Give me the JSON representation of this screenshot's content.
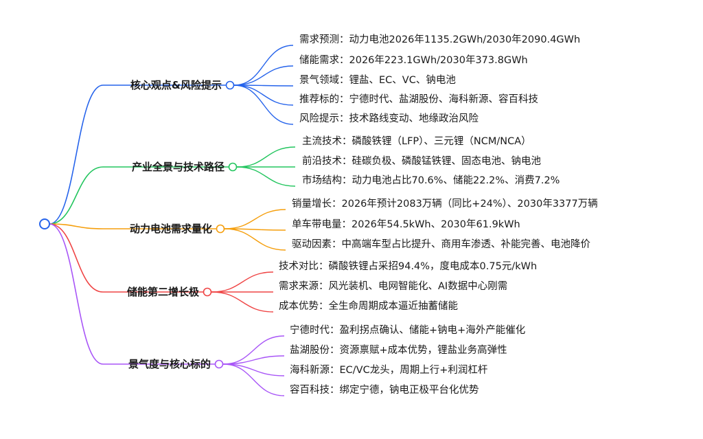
{
  "mindmap": {
    "branches": [
      {
        "label": "核心观点&风险提示",
        "color": "#2563eb",
        "children": [
          "需求预测：动力电池2026年1135.2GWh/2030年2090.4GWh",
          "储能需求：2026年223.1GWh/2030年373.8GWh",
          "景气领域：锂盐、EC、VC、钠电池",
          "推荐标的：宁德时代、盐湖股份、海科新源、容百科技",
          "风险提示：技术路线变动、地缘政治风险"
        ]
      },
      {
        "label": "产业全景与技术路径",
        "color": "#22c55e",
        "children": [
          "主流技术：磷酸铁锂（LFP）、三元锂（NCM/NCA）",
          "前沿技术：硅碳负极、磷酸锰铁锂、固态电池、钠电池",
          "市场结构：动力电池占比70.6%、储能22.2%、消费7.2%"
        ]
      },
      {
        "label": "动力电池需求量化",
        "color": "#f59e0b",
        "children": [
          "销量增长：2026年预计2083万辆（同比+24%）、2030年3377万辆",
          "单车带电量：2026年54.5kWh、2030年61.9kWh",
          "驱动因素：中高端车型占比提升、商用车渗透、补能完善、电池降价"
        ]
      },
      {
        "label": "储能第二增长极",
        "color": "#ef4444",
        "children": [
          "技术对比：磷酸铁锂占采招94.4%，度电成本0.75元/kWh",
          "需求来源：风光装机、电网智能化、AI数据中心刚需",
          "成本优势：全生命周期成本逼近抽蓄储能"
        ]
      },
      {
        "label": "景气度与核心标的",
        "color": "#a855f7",
        "children": [
          "宁德时代：盈利拐点确认、储能+钠电+海外产能催化",
          "盐湖股份：资源禀赋+成本优势，锂盐业务高弹性",
          "海科新源：EC/VC龙头，周期上行+利润杠杆",
          "容百科技：绑定宁德，钠电正极平台化优势"
        ]
      }
    ]
  }
}
